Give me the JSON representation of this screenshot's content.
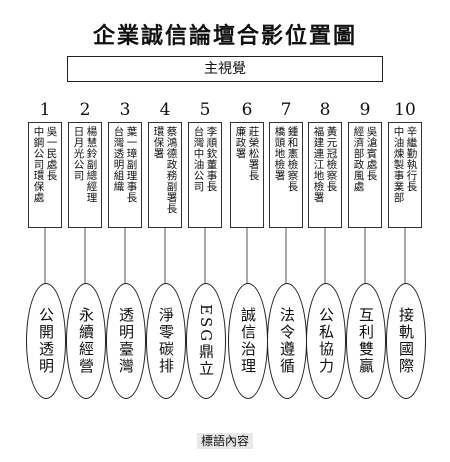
{
  "title": "企業誠信論壇合影位置圖",
  "visual_label": "主視覺",
  "positions": [
    {
      "num": "1",
      "lines": [
        "吳一民處長",
        "中鋼公司環保處"
      ],
      "slogan": "公開透明"
    },
    {
      "num": "2",
      "lines": [
        "楊慧鈴副總經理",
        "日月光公司"
      ],
      "slogan": "永續經營"
    },
    {
      "num": "3",
      "lines": [
        "葉一璋副理事長",
        "台灣透明組織"
      ],
      "slogan": "透明臺灣"
    },
    {
      "num": "4",
      "lines": [
        "蔡鴻德政務副署長",
        "環保署"
      ],
      "slogan": "淨零碳排"
    },
    {
      "num": "5",
      "lines": [
        "李順欽董事長",
        "台灣中油公司"
      ],
      "slogan": "ESG鼎立"
    },
    {
      "num": "6",
      "lines": [
        "莊榮松署長",
        "廉政署"
      ],
      "slogan": "誠信治理"
    },
    {
      "num": "7",
      "lines": [
        "鍾和憲檢察長",
        "橋頭地檢署"
      ],
      "slogan": "法令遵循"
    },
    {
      "num": "8",
      "lines": [
        "黃元冠檢察長",
        "福建連江地檢署"
      ],
      "slogan": "公私協力"
    },
    {
      "num": "9",
      "lines": [
        "吳滄賓處長",
        "經濟部政風處"
      ],
      "slogan": "互利雙贏"
    },
    {
      "num": "10",
      "lines": [
        "辛繼勤執行長",
        "中油煉製事業部"
      ],
      "slogan": "接軌國際"
    }
  ],
  "footer": "標語內容"
}
